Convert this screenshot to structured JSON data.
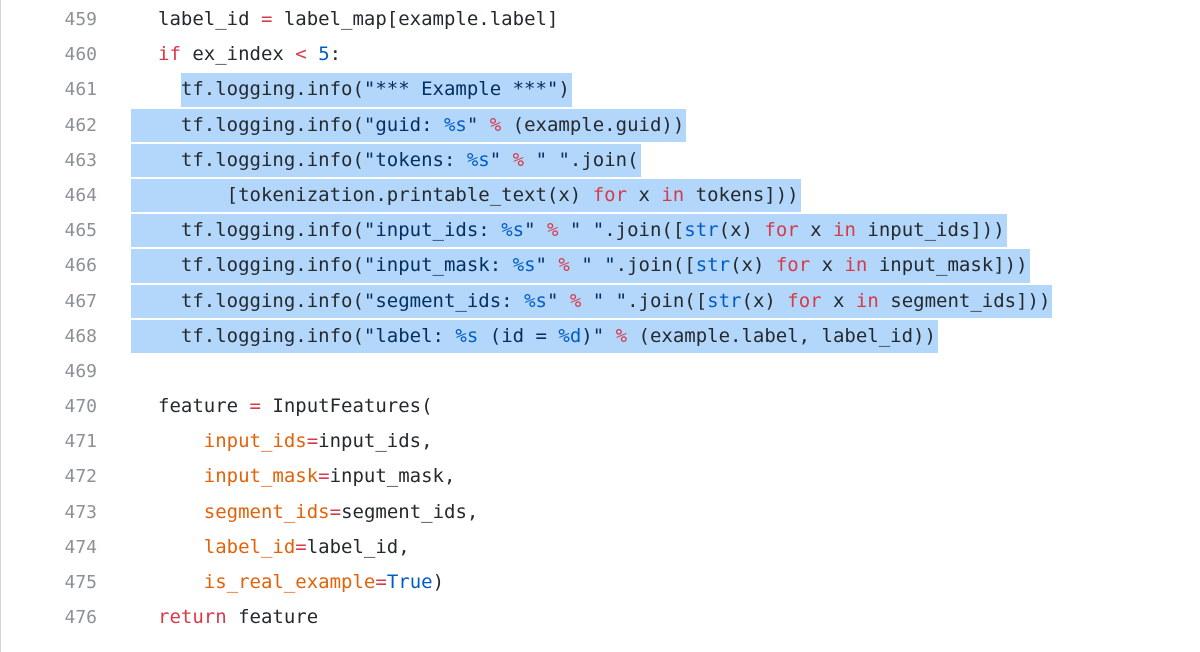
{
  "code": {
    "lines": [
      {
        "num": "459",
        "segments": [
          {
            "t": "label_id ",
            "c": "plain"
          },
          {
            "t": "=",
            "c": "op"
          },
          {
            "t": " label_map[example.label]",
            "c": "plain"
          }
        ]
      },
      {
        "num": "460",
        "segments": [
          {
            "t": "if",
            "c": "kw"
          },
          {
            "t": " ex_index ",
            "c": "plain"
          },
          {
            "t": "<",
            "c": "op"
          },
          {
            "t": " ",
            "c": "plain"
          },
          {
            "t": "5",
            "c": "num"
          },
          {
            "t": ":",
            "c": "plain"
          }
        ]
      },
      {
        "num": "461",
        "segments": [
          {
            "t": "  tf.logging.info(",
            "c": "plain"
          },
          {
            "t": "\"*** Example ***\"",
            "c": "str"
          },
          {
            "t": ")",
            "c": "plain"
          }
        ]
      },
      {
        "num": "462",
        "segments": [
          {
            "t": "  tf.logging.info(",
            "c": "plain"
          },
          {
            "t": "\"guid: ",
            "c": "str"
          },
          {
            "t": "%s",
            "c": "fmt"
          },
          {
            "t": "\"",
            "c": "str"
          },
          {
            "t": " ",
            "c": "plain"
          },
          {
            "t": "%",
            "c": "op"
          },
          {
            "t": " (example.guid))",
            "c": "plain"
          }
        ]
      },
      {
        "num": "463",
        "segments": [
          {
            "t": "  tf.logging.info(",
            "c": "plain"
          },
          {
            "t": "\"tokens: ",
            "c": "str"
          },
          {
            "t": "%s",
            "c": "fmt"
          },
          {
            "t": "\"",
            "c": "str"
          },
          {
            "t": " ",
            "c": "plain"
          },
          {
            "t": "%",
            "c": "op"
          },
          {
            "t": " ",
            "c": "plain"
          },
          {
            "t": "\" \"",
            "c": "str"
          },
          {
            "t": ".join(",
            "c": "plain"
          }
        ]
      },
      {
        "num": "464",
        "segments": [
          {
            "t": "      [tokenization.printable_text(x) ",
            "c": "plain"
          },
          {
            "t": "for",
            "c": "kw"
          },
          {
            "t": " x ",
            "c": "plain"
          },
          {
            "t": "in",
            "c": "kw"
          },
          {
            "t": " tokens]))",
            "c": "plain"
          }
        ]
      },
      {
        "num": "465",
        "segments": [
          {
            "t": "  tf.logging.info(",
            "c": "plain"
          },
          {
            "t": "\"input_ids: ",
            "c": "str"
          },
          {
            "t": "%s",
            "c": "fmt"
          },
          {
            "t": "\"",
            "c": "str"
          },
          {
            "t": " ",
            "c": "plain"
          },
          {
            "t": "%",
            "c": "op"
          },
          {
            "t": " ",
            "c": "plain"
          },
          {
            "t": "\" \"",
            "c": "str"
          },
          {
            "t": ".join([",
            "c": "plain"
          },
          {
            "t": "str",
            "c": "bi"
          },
          {
            "t": "(x) ",
            "c": "plain"
          },
          {
            "t": "for",
            "c": "kw"
          },
          {
            "t": " x ",
            "c": "plain"
          },
          {
            "t": "in",
            "c": "kw"
          },
          {
            "t": " input_ids]))",
            "c": "plain"
          }
        ]
      },
      {
        "num": "466",
        "segments": [
          {
            "t": "  tf.logging.info(",
            "c": "plain"
          },
          {
            "t": "\"input_mask: ",
            "c": "str"
          },
          {
            "t": "%s",
            "c": "fmt"
          },
          {
            "t": "\"",
            "c": "str"
          },
          {
            "t": " ",
            "c": "plain"
          },
          {
            "t": "%",
            "c": "op"
          },
          {
            "t": " ",
            "c": "plain"
          },
          {
            "t": "\" \"",
            "c": "str"
          },
          {
            "t": ".join([",
            "c": "plain"
          },
          {
            "t": "str",
            "c": "bi"
          },
          {
            "t": "(x) ",
            "c": "plain"
          },
          {
            "t": "for",
            "c": "kw"
          },
          {
            "t": " x ",
            "c": "plain"
          },
          {
            "t": "in",
            "c": "kw"
          },
          {
            "t": " input_mask]))",
            "c": "plain"
          }
        ]
      },
      {
        "num": "467",
        "segments": [
          {
            "t": "  tf.logging.info(",
            "c": "plain"
          },
          {
            "t": "\"segment_ids: ",
            "c": "str"
          },
          {
            "t": "%s",
            "c": "fmt"
          },
          {
            "t": "\"",
            "c": "str"
          },
          {
            "t": " ",
            "c": "plain"
          },
          {
            "t": "%",
            "c": "op"
          },
          {
            "t": " ",
            "c": "plain"
          },
          {
            "t": "\" \"",
            "c": "str"
          },
          {
            "t": ".join([",
            "c": "plain"
          },
          {
            "t": "str",
            "c": "bi"
          },
          {
            "t": "(x) ",
            "c": "plain"
          },
          {
            "t": "for",
            "c": "kw"
          },
          {
            "t": " x ",
            "c": "plain"
          },
          {
            "t": "in",
            "c": "kw"
          },
          {
            "t": " segment_ids]))",
            "c": "plain"
          }
        ]
      },
      {
        "num": "468",
        "segments": [
          {
            "t": "  tf.logging.info(",
            "c": "plain"
          },
          {
            "t": "\"label: ",
            "c": "str"
          },
          {
            "t": "%s",
            "c": "fmt"
          },
          {
            "t": " (id = ",
            "c": "str"
          },
          {
            "t": "%d",
            "c": "fmt"
          },
          {
            "t": ")\"",
            "c": "str"
          },
          {
            "t": " ",
            "c": "plain"
          },
          {
            "t": "%",
            "c": "op"
          },
          {
            "t": " (example.label, label_id))",
            "c": "plain"
          }
        ]
      },
      {
        "num": "469",
        "segments": []
      },
      {
        "num": "470",
        "segments": [
          {
            "t": "feature ",
            "c": "plain"
          },
          {
            "t": "=",
            "c": "op"
          },
          {
            "t": " InputFeatures(",
            "c": "plain"
          }
        ]
      },
      {
        "num": "471",
        "segments": [
          {
            "t": "    ",
            "c": "plain"
          },
          {
            "t": "input_ids",
            "c": "kwarg"
          },
          {
            "t": "=",
            "c": "op"
          },
          {
            "t": "input_ids,",
            "c": "plain"
          }
        ]
      },
      {
        "num": "472",
        "segments": [
          {
            "t": "    ",
            "c": "plain"
          },
          {
            "t": "input_mask",
            "c": "kwarg"
          },
          {
            "t": "=",
            "c": "op"
          },
          {
            "t": "input_mask,",
            "c": "plain"
          }
        ]
      },
      {
        "num": "473",
        "segments": [
          {
            "t": "    ",
            "c": "plain"
          },
          {
            "t": "segment_ids",
            "c": "kwarg"
          },
          {
            "t": "=",
            "c": "op"
          },
          {
            "t": "segment_ids,",
            "c": "plain"
          }
        ]
      },
      {
        "num": "474",
        "segments": [
          {
            "t": "    ",
            "c": "plain"
          },
          {
            "t": "label_id",
            "c": "kwarg"
          },
          {
            "t": "=",
            "c": "op"
          },
          {
            "t": "label_id,",
            "c": "plain"
          }
        ]
      },
      {
        "num": "475",
        "segments": [
          {
            "t": "    ",
            "c": "plain"
          },
          {
            "t": "is_real_example",
            "c": "kwarg"
          },
          {
            "t": "=",
            "c": "op"
          },
          {
            "t": "True",
            "c": "bi"
          },
          {
            "t": ")",
            "c": "plain"
          }
        ]
      },
      {
        "num": "476",
        "segments": [
          {
            "t": "return",
            "c": "kw"
          },
          {
            "t": " feature",
            "c": "plain"
          }
        ]
      }
    ],
    "selection": {
      "first_line": "461",
      "last_line": "468",
      "color": "#b3d6fb"
    }
  },
  "colors": {
    "keyword": "#d73a49",
    "number": "#005cc5",
    "string": "#032f62",
    "kwarg": "#e36209",
    "line_number": "#8c9196",
    "selection": "#b3d6fb"
  }
}
